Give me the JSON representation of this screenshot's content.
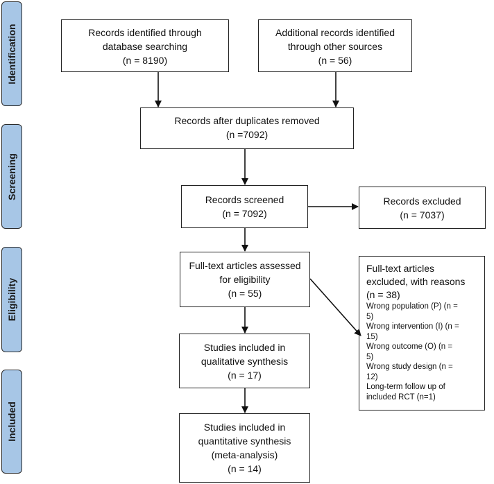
{
  "phases": {
    "identification": "Identification",
    "screening": "Screening",
    "eligibility": "Eligibility",
    "included": "Included"
  },
  "boxes": {
    "db_search": [
      "Records identified through",
      "database searching",
      "(n = 8190)"
    ],
    "other_sources": [
      "Additional records identified",
      "through other sources",
      "(n = 56)"
    ],
    "after_duplicates": [
      "Records after duplicates removed",
      "(n =7092)"
    ],
    "screened": [
      "Records screened",
      "(n = 7092)"
    ],
    "excluded": [
      "Records excluded",
      "(n = 7037)"
    ],
    "fulltext": [
      "Full-text articles assessed",
      "for eligibility",
      "(n = 55)"
    ],
    "qualitative": [
      "Studies included in",
      "qualitative synthesis",
      "(n = 17)"
    ],
    "quantitative": [
      "Studies included in",
      "quantitative synthesis",
      "(meta-analysis)",
      "(n = 14)"
    ]
  },
  "exclusions": {
    "heading": [
      "Full-text articles",
      "excluded, with reasons",
      "(n = 38)"
    ],
    "reasons": [
      "Wrong population (P) (n =",
      "5)",
      "Wrong intervention (I) (n =",
      "15)",
      "Wrong outcome (O) (n =",
      "5)",
      "Wrong study design (n =",
      "12)",
      "Long-term follow up of",
      "included RCT (n=1)"
    ]
  }
}
